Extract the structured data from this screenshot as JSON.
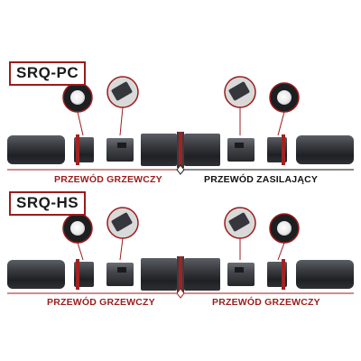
{
  "products": {
    "pc": {
      "title": "SRQ-PC",
      "left_caption": "PRZEWÓD GRZEWCZY",
      "right_caption": "PRZEWÓD ZASILAJĄCY"
    },
    "hs": {
      "title": "SRQ-HS",
      "left_caption": "PRZEWÓD GRZEWCZY",
      "right_caption": "PRZEWÓD GRZEWCZY"
    }
  },
  "colors": {
    "accent_red": "#9b1c1c",
    "body_dark": "#2b2d31",
    "text_black": "#111111"
  }
}
